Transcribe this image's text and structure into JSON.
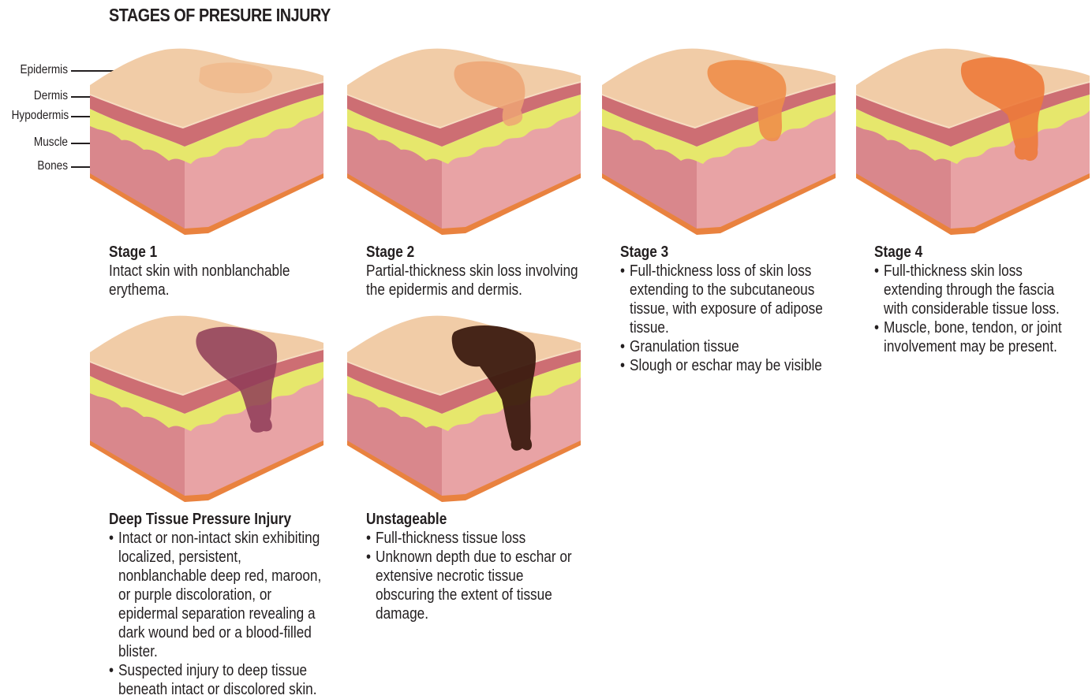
{
  "title": "STAGES OF PRESURE INJURY",
  "layers": [
    "Epidermis",
    "Dermis",
    "Hypodermis",
    "Muscle",
    "Bones"
  ],
  "colors": {
    "epidermis": "#f1cca7",
    "dermis": "#cd6e73",
    "hypodermis": "#e6e76c",
    "muscle": "#e8a3a5",
    "muscle_shade": "#d9878c",
    "bone": "#e9823f",
    "stage1": "#f0b88c",
    "stage2": "#eda574",
    "stage3": "#ee8e4a",
    "stage4": "#ed7a3a",
    "deep_tissue": "#8e3b57",
    "unstageable": "#3c1b10"
  },
  "stages": [
    {
      "heading": "Stage 1",
      "description": "Intact skin with nonblanchable erythema.",
      "bullets": []
    },
    {
      "heading": "Stage 2",
      "description": "Partial-thickness skin loss involving the epidermis and dermis.",
      "bullets": []
    },
    {
      "heading": "Stage 3",
      "description": "",
      "bullets": [
        "Full-thickness loss of skin loss extending to the subcutaneous tissue, with exposure of adipose tissue.",
        "Granulation tissue",
        "Slough or eschar may be visible"
      ]
    },
    {
      "heading": "Stage 4",
      "description": "",
      "bullets": [
        "Full-thickness skin loss extending through the fascia with considerable tissue loss.",
        "Muscle, bone, tendon, or joint involvement may be present."
      ]
    },
    {
      "heading": "Deep Tissue Pressure Injury",
      "description": "",
      "bullets": [
        "Intact or non-intact skin exhibiting localized, persistent, nonblanchable deep red, maroon, or purple discoloration, or epidermal separation revealing a dark wound bed or a blood-filled blister.",
        "Suspected injury to deep tissue beneath intact or discolored skin."
      ]
    },
    {
      "heading": "Unstageable",
      "description": "",
      "bullets": [
        "Full-thickness tissue loss",
        "Unknown depth due to eschar or extensive necrotic tissue obscuring the extent of tissue damage."
      ]
    }
  ]
}
